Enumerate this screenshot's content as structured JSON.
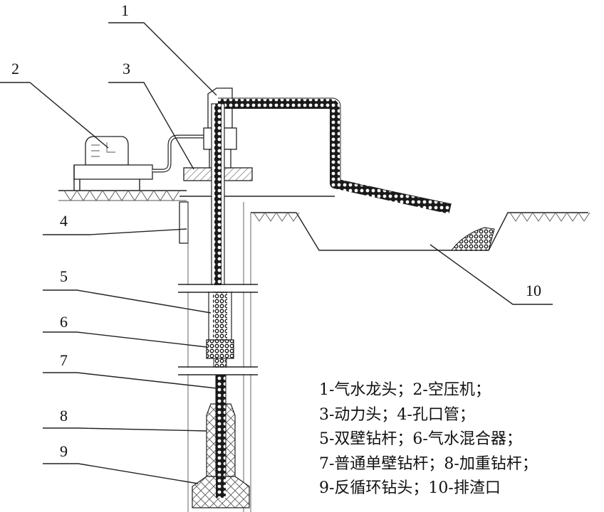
{
  "callouts": {
    "c1": "1",
    "c2": "2",
    "c3": "3",
    "c4": "4",
    "c5": "5",
    "c6": "6",
    "c7": "7",
    "c8": "8",
    "c9": "9",
    "c10": "10"
  },
  "legend": {
    "line1": "1-气水龙头；2-空压机；",
    "line2": "3-动力头；4-孔口管；",
    "line3": "5-双壁钻杆；6-气水混合器；",
    "line4": "7-普通单壁钻杆；8-加重钻杆；",
    "line5": "9-反循环钻头；10-排渣口"
  },
  "colors": {
    "line": "#222222",
    "hatch": "#444444",
    "cuttings": "#111111",
    "background": "#ffffff"
  }
}
